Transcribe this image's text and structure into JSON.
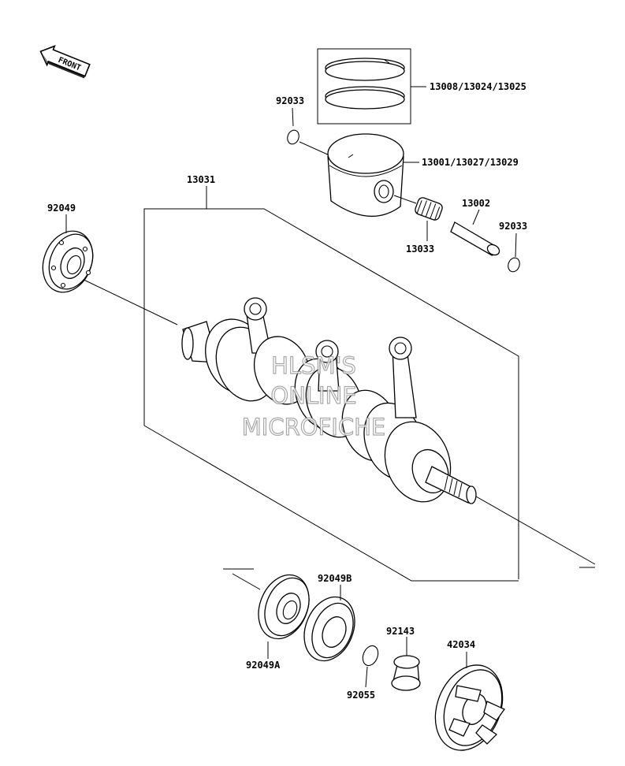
{
  "front_badge": {
    "text": "FRONT"
  },
  "labels": {
    "p13008": "13008/13024/13025",
    "p92033_top": "92033",
    "p13001": "13001/13027/13029",
    "p13031": "13031",
    "p92049": "92049",
    "p13002": "13002",
    "p92033_right": "92033",
    "p13033": "13033",
    "p92049B": "92049B",
    "p92049A": "92049A",
    "p92143": "92143",
    "p92055": "92055",
    "p42034": "42034"
  },
  "watermark": {
    "line1": "HLSM'S",
    "line2": "ONLINE",
    "line3": "MICROFICHE"
  }
}
